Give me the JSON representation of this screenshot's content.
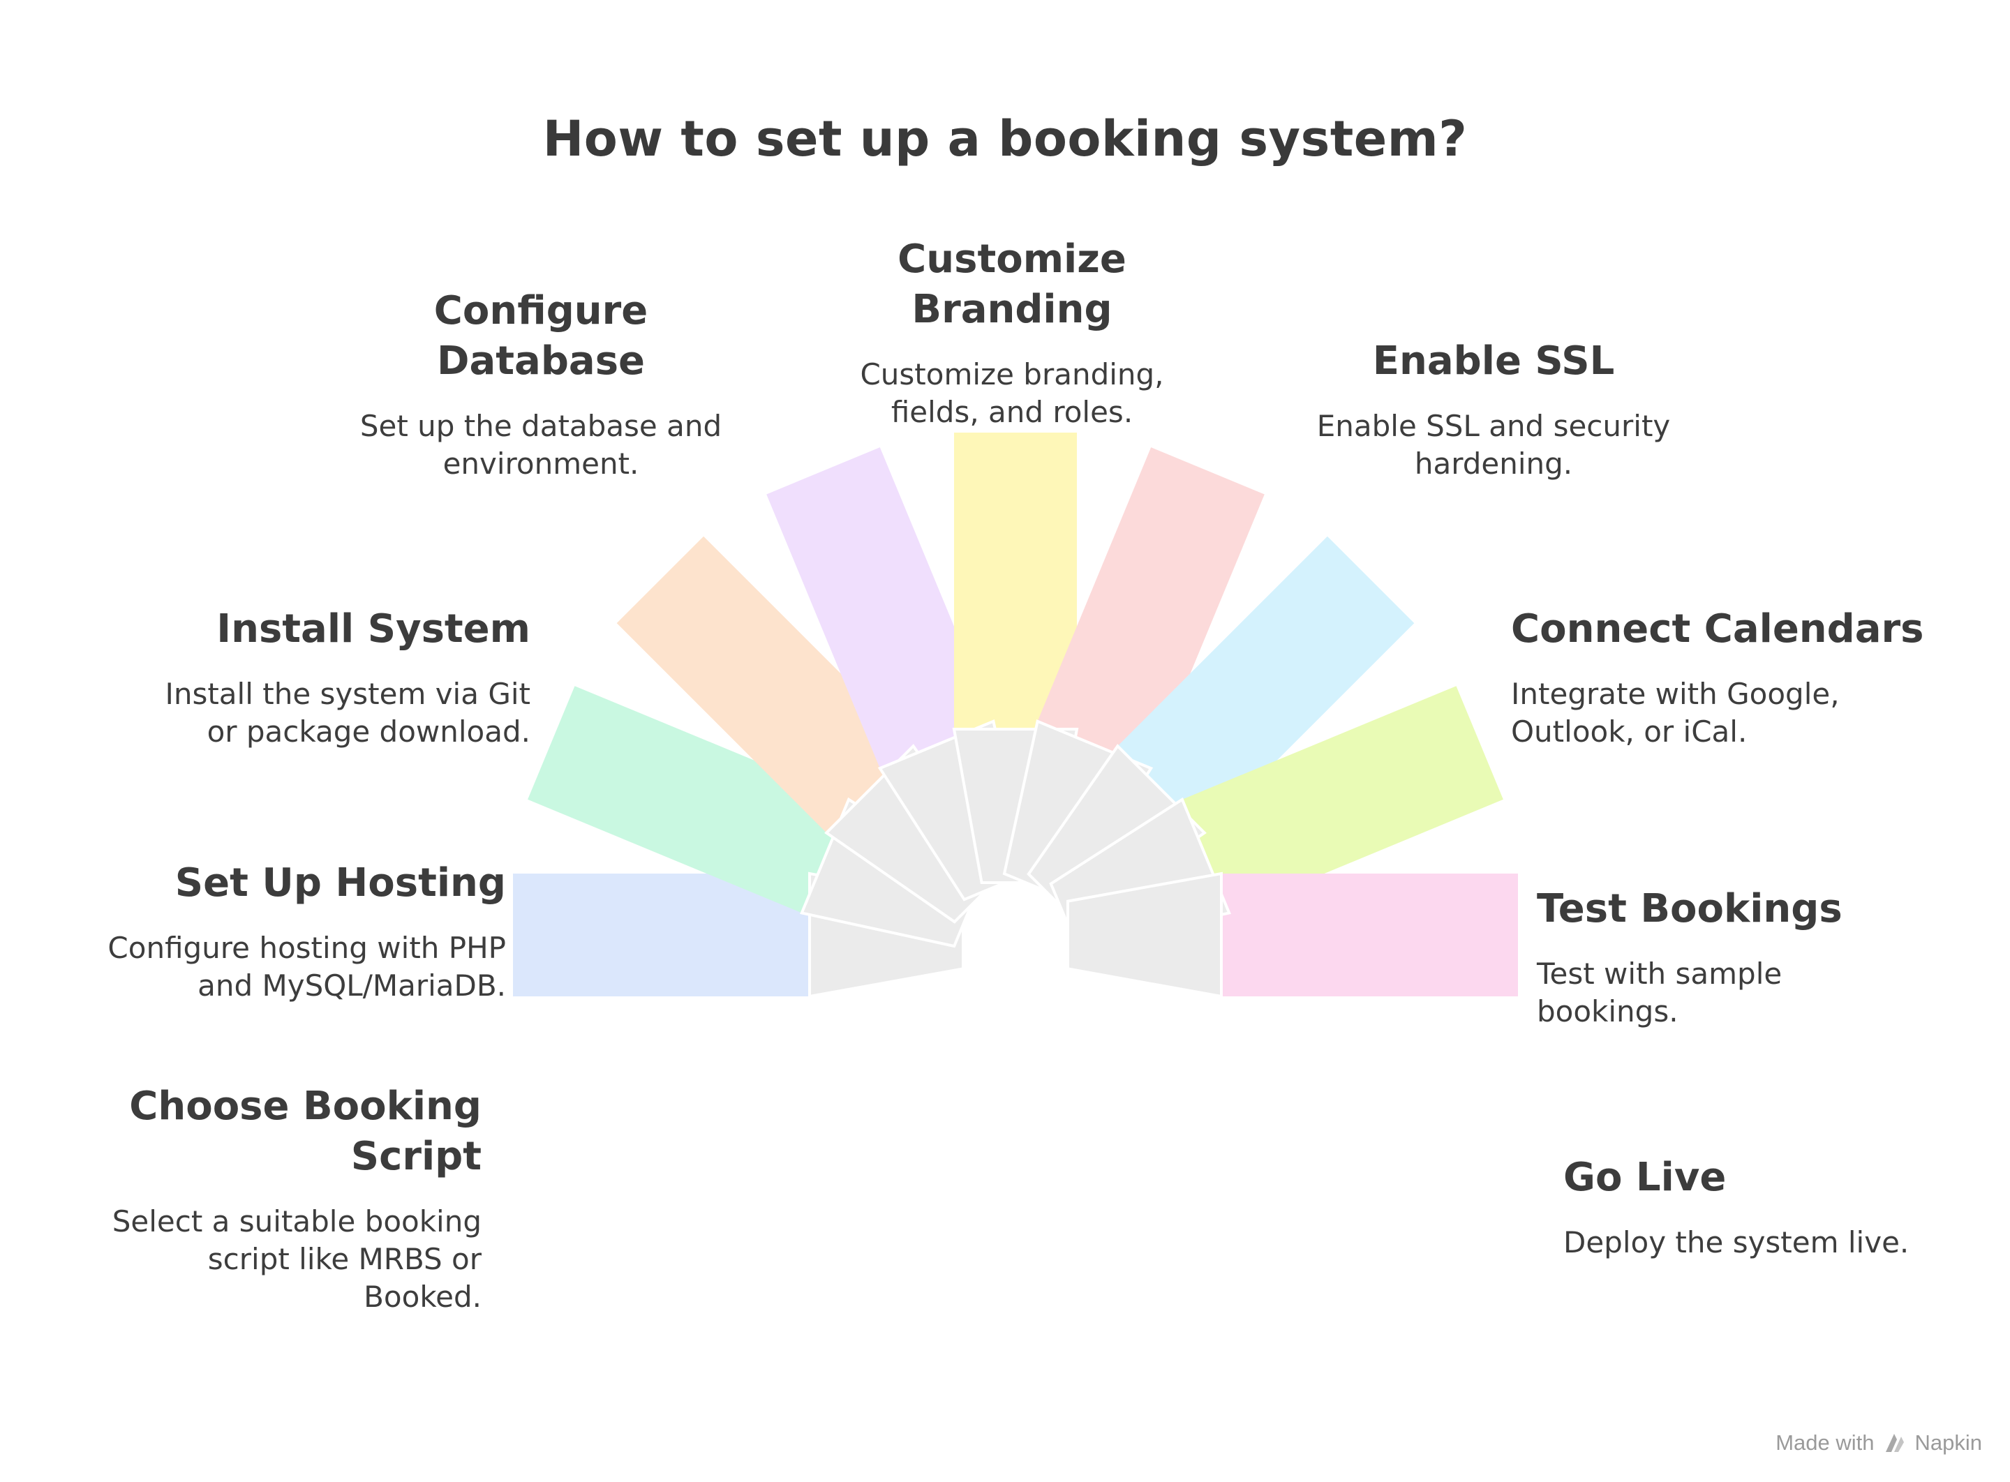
{
  "title": "How to set up a booking system?",
  "center_color": "#ebebeb",
  "center_stroke": "#ffffff",
  "steps": [
    {
      "id": "choose",
      "label": "Choose Booking Script",
      "desc": "Select a suitable booking script like MRBS or Booked.",
      "color": "#4a7ee0",
      "fill": "#dbe7fc"
    },
    {
      "id": "hosting",
      "label": "Set Up Hosting",
      "desc": "Configure hosting with PHP and MySQL/MariaDB.",
      "color": "#3cbf7c",
      "fill": "#c9f8e1"
    },
    {
      "id": "install",
      "label": "Install System",
      "desc": "Install the system via Git or package download.",
      "color": "#d9792d",
      "fill": "#fde3cd"
    },
    {
      "id": "database",
      "label": "Configure Database",
      "desc": "Set up the database and environment.",
      "color": "#b05ee0",
      "fill": "#f0dffd"
    },
    {
      "id": "branding",
      "label": "Customize Branding",
      "desc": "Customize branding, fields, and roles.",
      "color": "#d8c21a",
      "fill": "#fef7b8"
    },
    {
      "id": "ssl",
      "label": "Enable SSL",
      "desc": "Enable SSL and security hardening.",
      "color": "#e05858",
      "fill": "#fcdada"
    },
    {
      "id": "calendars",
      "label": "Connect Calendars",
      "desc": "Integrate with Google, Outlook, or iCal.",
      "color": "#1fa5d8",
      "fill": "#d4f2fd"
    },
    {
      "id": "test",
      "label": "Test Bookings",
      "desc": "Test with sample bookings.",
      "color": "#86b83a",
      "fill": "#e9fbb5"
    },
    {
      "id": "golive",
      "label": "Go Live",
      "desc": "Deploy the system live.",
      "color": "#e04ea6",
      "fill": "#fcd8ef"
    }
  ],
  "credit": {
    "made_with": "Made with",
    "brand": "Napkin",
    "logo_icon": "napkin-logo-icon"
  }
}
